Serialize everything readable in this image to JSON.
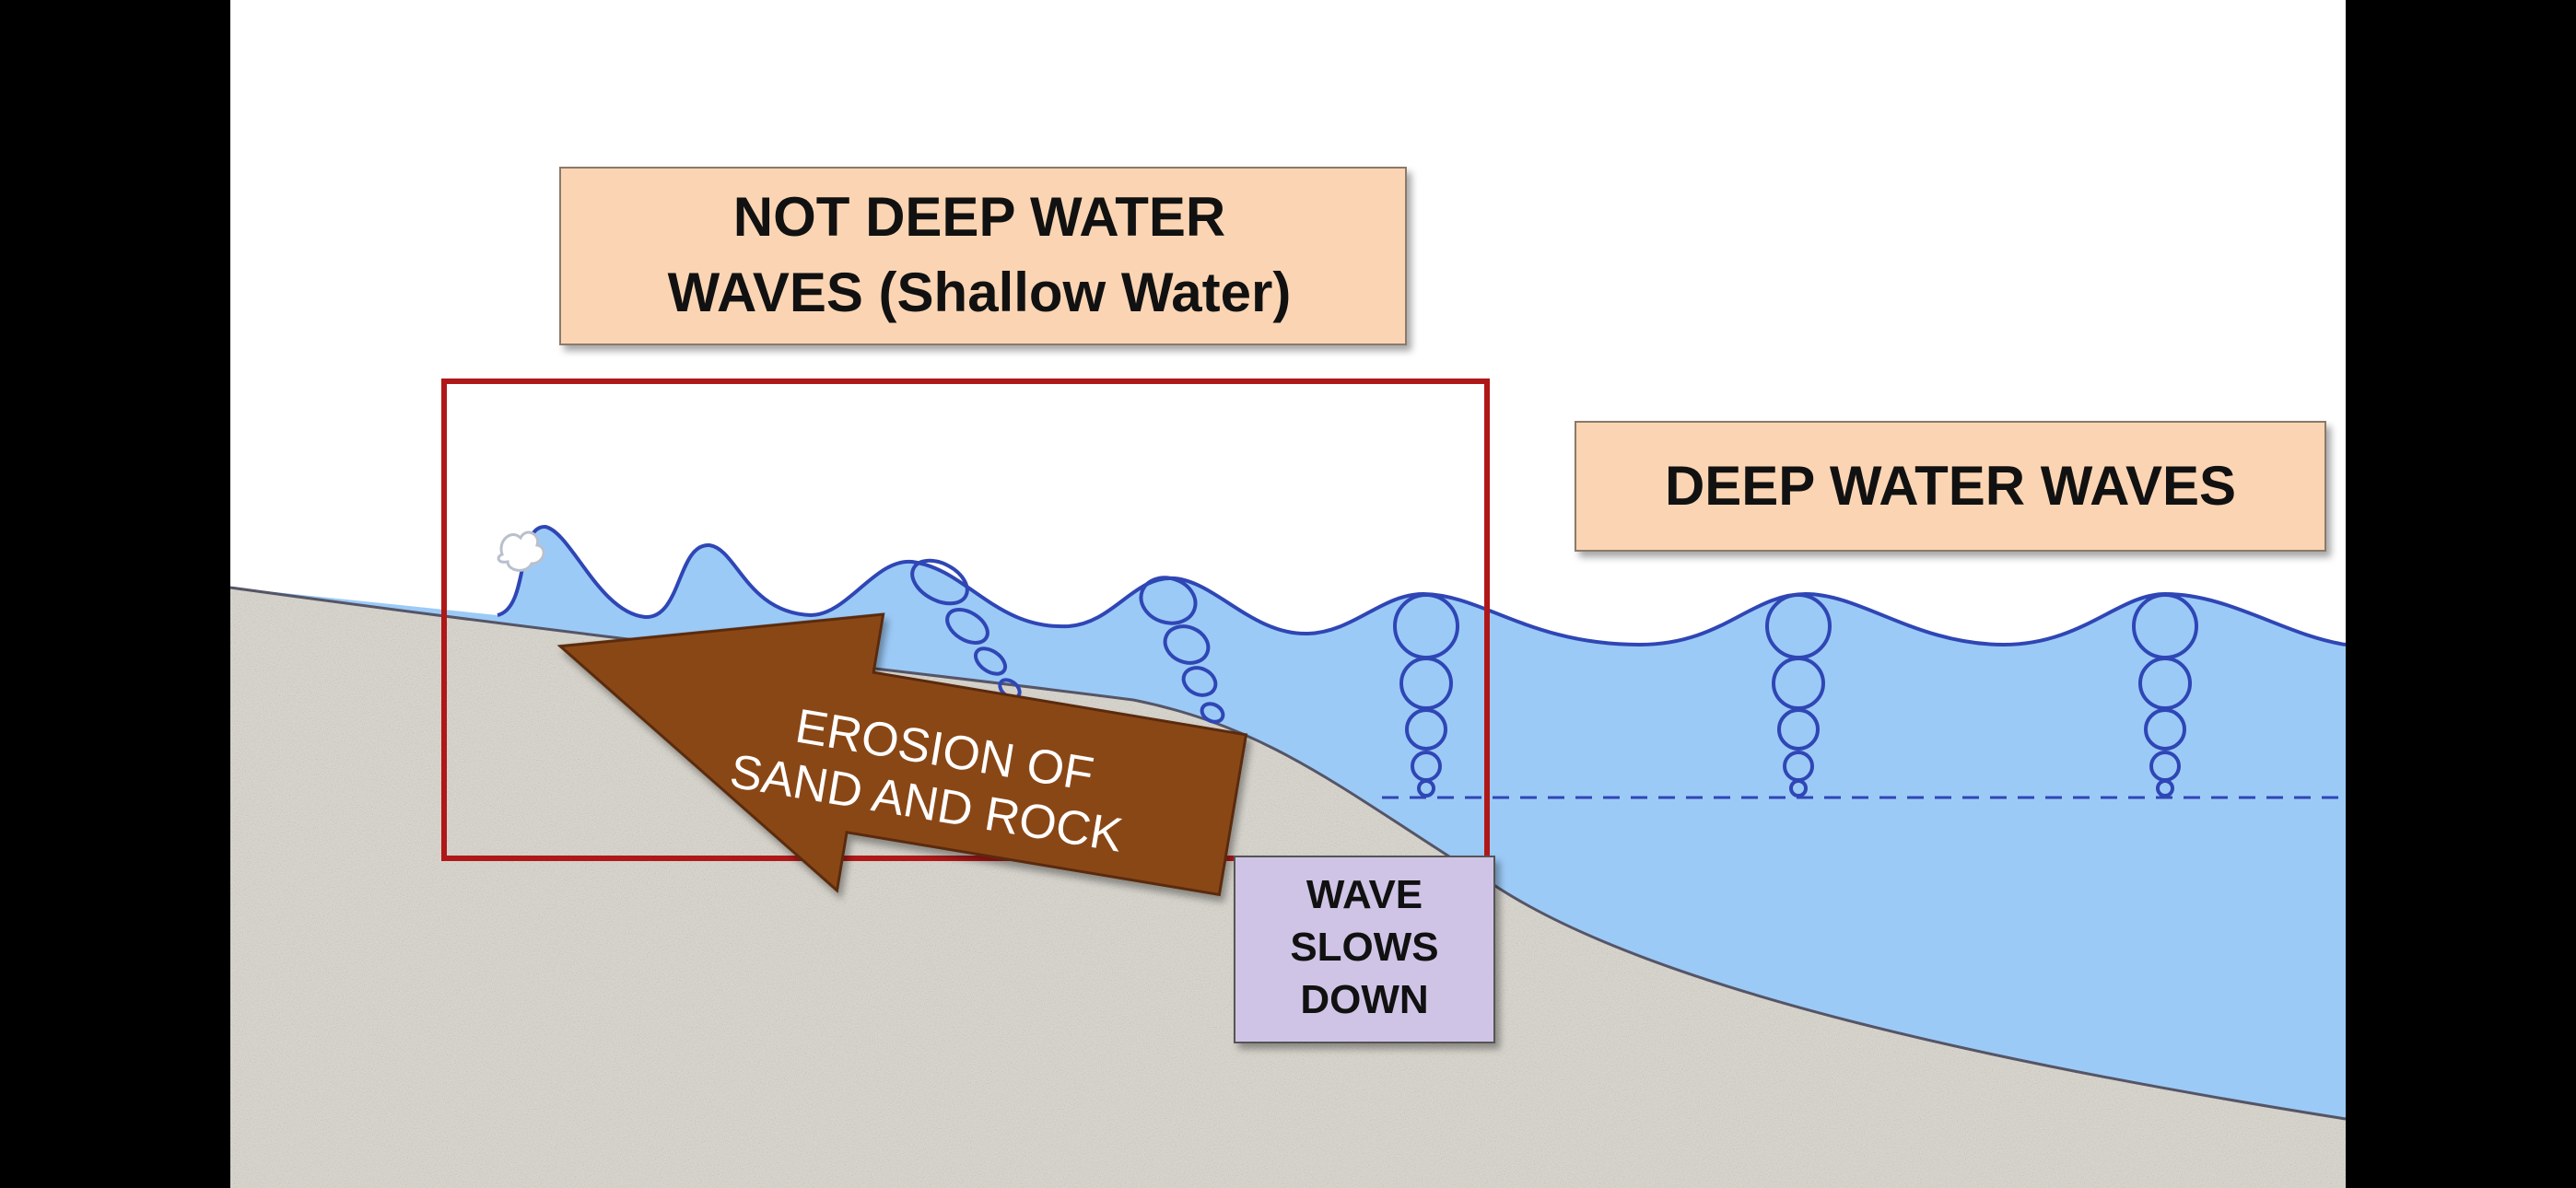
{
  "labels": {
    "shallow_title_line1": "NOT DEEP WATER",
    "shallow_title_line2": "WAVES (Shallow Water)",
    "deep_title": "DEEP WATER WAVES",
    "erosion_line1": "EROSION OF",
    "erosion_line2": "SAND AND ROCK",
    "slows_line1": "WAVE",
    "slows_line2": "SLOWS",
    "slows_line3": "DOWN"
  },
  "colors": {
    "background_letterbox": "#000000",
    "sky": "#ffffff",
    "water": "#9ccaf7",
    "wave_line": "#2f46b5",
    "sand": "#d8d5cc",
    "label_box_fill": "#fbd5b3",
    "highlight_border": "#b01818",
    "arrow_fill": "#8a4713",
    "slows_box_fill": "#cfc4e6"
  }
}
